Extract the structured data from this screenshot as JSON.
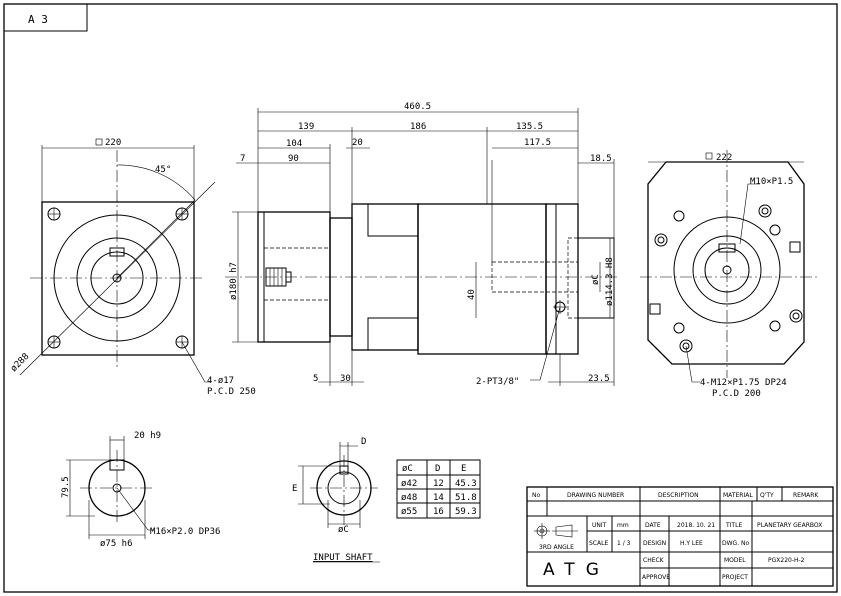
{
  "sheet_size": "A 3",
  "front_view": {
    "square": "220",
    "angle": "45°",
    "diameter": "ø288",
    "holes": "4-ø17",
    "pcd": "P.C.D 250"
  },
  "side_view": {
    "overall": "460.5",
    "d139": "139",
    "d186": "186",
    "d135_5": "135.5",
    "d104": "104",
    "d90": "90",
    "d7": "7",
    "d20": "20",
    "d117_5": "117.5",
    "d18_5": "18.5",
    "pilot": "ø180 h7",
    "d40": "40",
    "bore": "øC",
    "bore2": "ø114.3 H8",
    "d5": "5",
    "d30": "30",
    "d23_5": "23.5",
    "pt": "2-PT3/8\""
  },
  "rear_view": {
    "square": "222",
    "tap": "M10×P1.5",
    "holes": "4-M12×P1.75 DP24",
    "pcd": "P.C.D 200"
  },
  "output_shaft": {
    "key": "20 h9",
    "height": "79.5",
    "diameter": "ø75 h6",
    "tap": "M16×P2.0 DP36"
  },
  "input_shaft": {
    "title": "INPUT SHAFT",
    "label_d": "D",
    "label_e": "E",
    "label_c": "øC"
  },
  "shaft_table": {
    "headers": [
      "øC",
      "D",
      "E"
    ],
    "rows": [
      [
        "ø42",
        "12",
        "45.3"
      ],
      [
        "ø48",
        "14",
        "51.8"
      ],
      [
        "ø55",
        "16",
        "59.3"
      ]
    ]
  },
  "title_block": {
    "h_no": "No",
    "h_drawing_number": "DRAWING NUMBER",
    "h_description": "DESCRIPTION",
    "h_material": "MATERIAL",
    "h_qty": "Q'TY",
    "h_remark": "REMARK",
    "third_angle": "3RD ANGLE",
    "unit_label": "UNIT",
    "unit_value": "mm",
    "scale_label": "SCALE",
    "scale_value": "1 / 3",
    "date_label": "DATE",
    "date_value": "2018. 10. 21",
    "design_label": "DESIGN",
    "design_value": "H.Y LEE",
    "check_label": "CHECK",
    "approve_label": "APPROVE",
    "title_label": "TITLE",
    "title_value": "PLANETARY GEARBOX",
    "dwg_label": "DWG. No",
    "model_label": "MODEL",
    "model_value": "PGX220-H-2",
    "project_label": "PROJECT",
    "company": "ATG"
  }
}
